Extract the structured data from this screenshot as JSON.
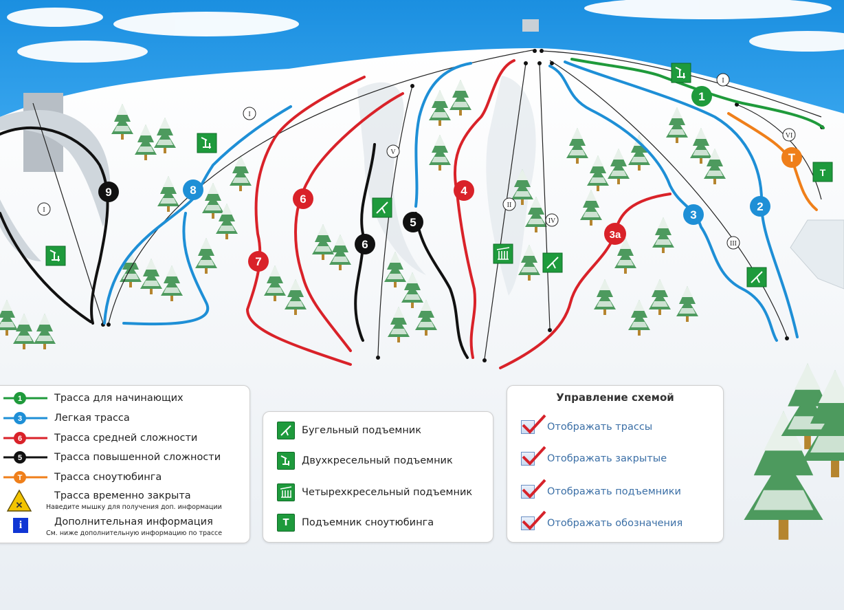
{
  "map": {
    "pistes": [
      {
        "label": "1",
        "color": "#1f9a3b"
      },
      {
        "label": "2",
        "color": "#1e8fd6"
      },
      {
        "label": "3",
        "color": "#1e8fd6"
      },
      {
        "label": "8",
        "color": "#1e8fd6"
      },
      {
        "label": "3a",
        "color": "#d92229"
      },
      {
        "label": "4",
        "color": "#d92229"
      },
      {
        "label": "6",
        "color": "#d92229"
      },
      {
        "label": "7",
        "color": "#d92229"
      },
      {
        "label": "5",
        "color": "#111111"
      },
      {
        "label": "6",
        "color": "#111111"
      },
      {
        "label": "9",
        "color": "#111111"
      },
      {
        "label": "Т",
        "color": "#ef7f1a"
      }
    ],
    "lifts": [
      "I",
      "I",
      "I",
      "II",
      "III",
      "IV",
      "V",
      "VI"
    ]
  },
  "legend": {
    "beginner": {
      "badge": "1",
      "text": "Трасса для начинающих",
      "color": "#1f9a3b"
    },
    "easy": {
      "badge": "3",
      "text": "Легкая трасса",
      "color": "#1e8fd6"
    },
    "intermediate": {
      "badge": "6",
      "text": "Трасса средней сложности",
      "color": "#d92229"
    },
    "advanced": {
      "badge": "5",
      "text": "Трасса повышенной сложности",
      "color": "#111111"
    },
    "tubing": {
      "badge": "Т",
      "text": "Трасса сноутюбинга",
      "color": "#ef7f1a"
    },
    "closed": {
      "text": "Трасса временно закрыта",
      "sub": "Наведите мышку для получения доп. информации"
    },
    "info": {
      "text": "Дополнительная информация",
      "sub": "См. ниже дополнительную информацию по трассе"
    }
  },
  "lifts_legend": {
    "tbar": "Бугельный подъемник",
    "chair2": "Двухкресельный подъемник",
    "chair4": "Четырехкресельный подъемник",
    "tubing": {
      "icon": "Т",
      "text": "Подъемник сноутюбинга"
    }
  },
  "controls": {
    "title": "Управление схемой",
    "show_pistes": "Отображать трассы",
    "show_closed": "Отображать закрытые",
    "show_lifts": "Отображать подъемники",
    "show_symbols": "Отображать обозначения"
  }
}
